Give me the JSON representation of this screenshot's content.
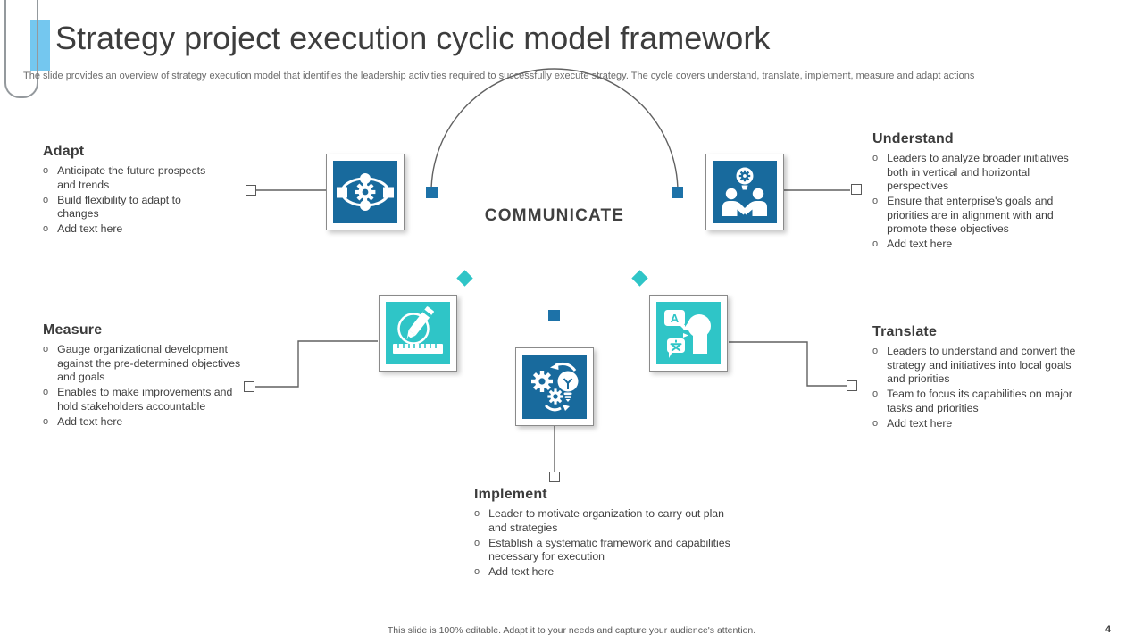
{
  "header": {
    "title": "Strategy project execution cyclic model framework",
    "subtitle": "The slide provides an overview of strategy execution model that identifies the leadership activities required to successfully execute strategy. The cycle covers understand, translate, implement,  measure and adapt actions"
  },
  "diagram": {
    "center_label": "COMMUNICATE",
    "bullet_marker": "o",
    "sections": {
      "adapt": {
        "heading": "Adapt",
        "icon": "orbit-gear-icon",
        "bullets": [
          "Anticipate the future prospects and trends",
          "Build flexibility to adapt to changes",
          "Add text here"
        ]
      },
      "understand": {
        "heading": "Understand",
        "icon": "handshake-idea-icon",
        "bullets": [
          "Leaders to analyze broader initiatives both in vertical and horizontal perspectives",
          "Ensure that enterprise's goals and priorities are in alignment with and promote these objectives",
          "Add text here"
        ]
      },
      "measure": {
        "heading": "Measure",
        "icon": "pencil-ruler-icon",
        "bullets": [
          "Gauge organizational development  against the pre-determined objectives and goals",
          "Enables to make improvements and hold stakeholders accountable",
          "Add text here"
        ]
      },
      "translate": {
        "heading": "Translate",
        "icon": "language-translate-icon",
        "bullets": [
          "Leaders to understand and convert the strategy and initiatives into local goals and priorities",
          "Team to focus its capabilities on major tasks and priorities",
          "Add text here"
        ]
      },
      "implement": {
        "heading": "Implement",
        "icon": "gears-bulb-icon",
        "bullets": [
          "Leader to motivate organization to carry out plan and strategies",
          "Establish a systematic framework and capabilities necessary for execution",
          "Add text here"
        ]
      }
    },
    "icon_labels": {
      "translate_a": "A",
      "translate_char": "文"
    }
  },
  "footer": {
    "note": "This slide is 100% editable.  Adapt it to your needs and capture your audience's attention.",
    "page_number": "4"
  },
  "colors": {
    "dark_blue": "#186a9d",
    "node_blue": "#1d72a8",
    "teal": "#2fc5c7",
    "accent_bar": "#74c7ef",
    "line_gray": "#595959"
  }
}
